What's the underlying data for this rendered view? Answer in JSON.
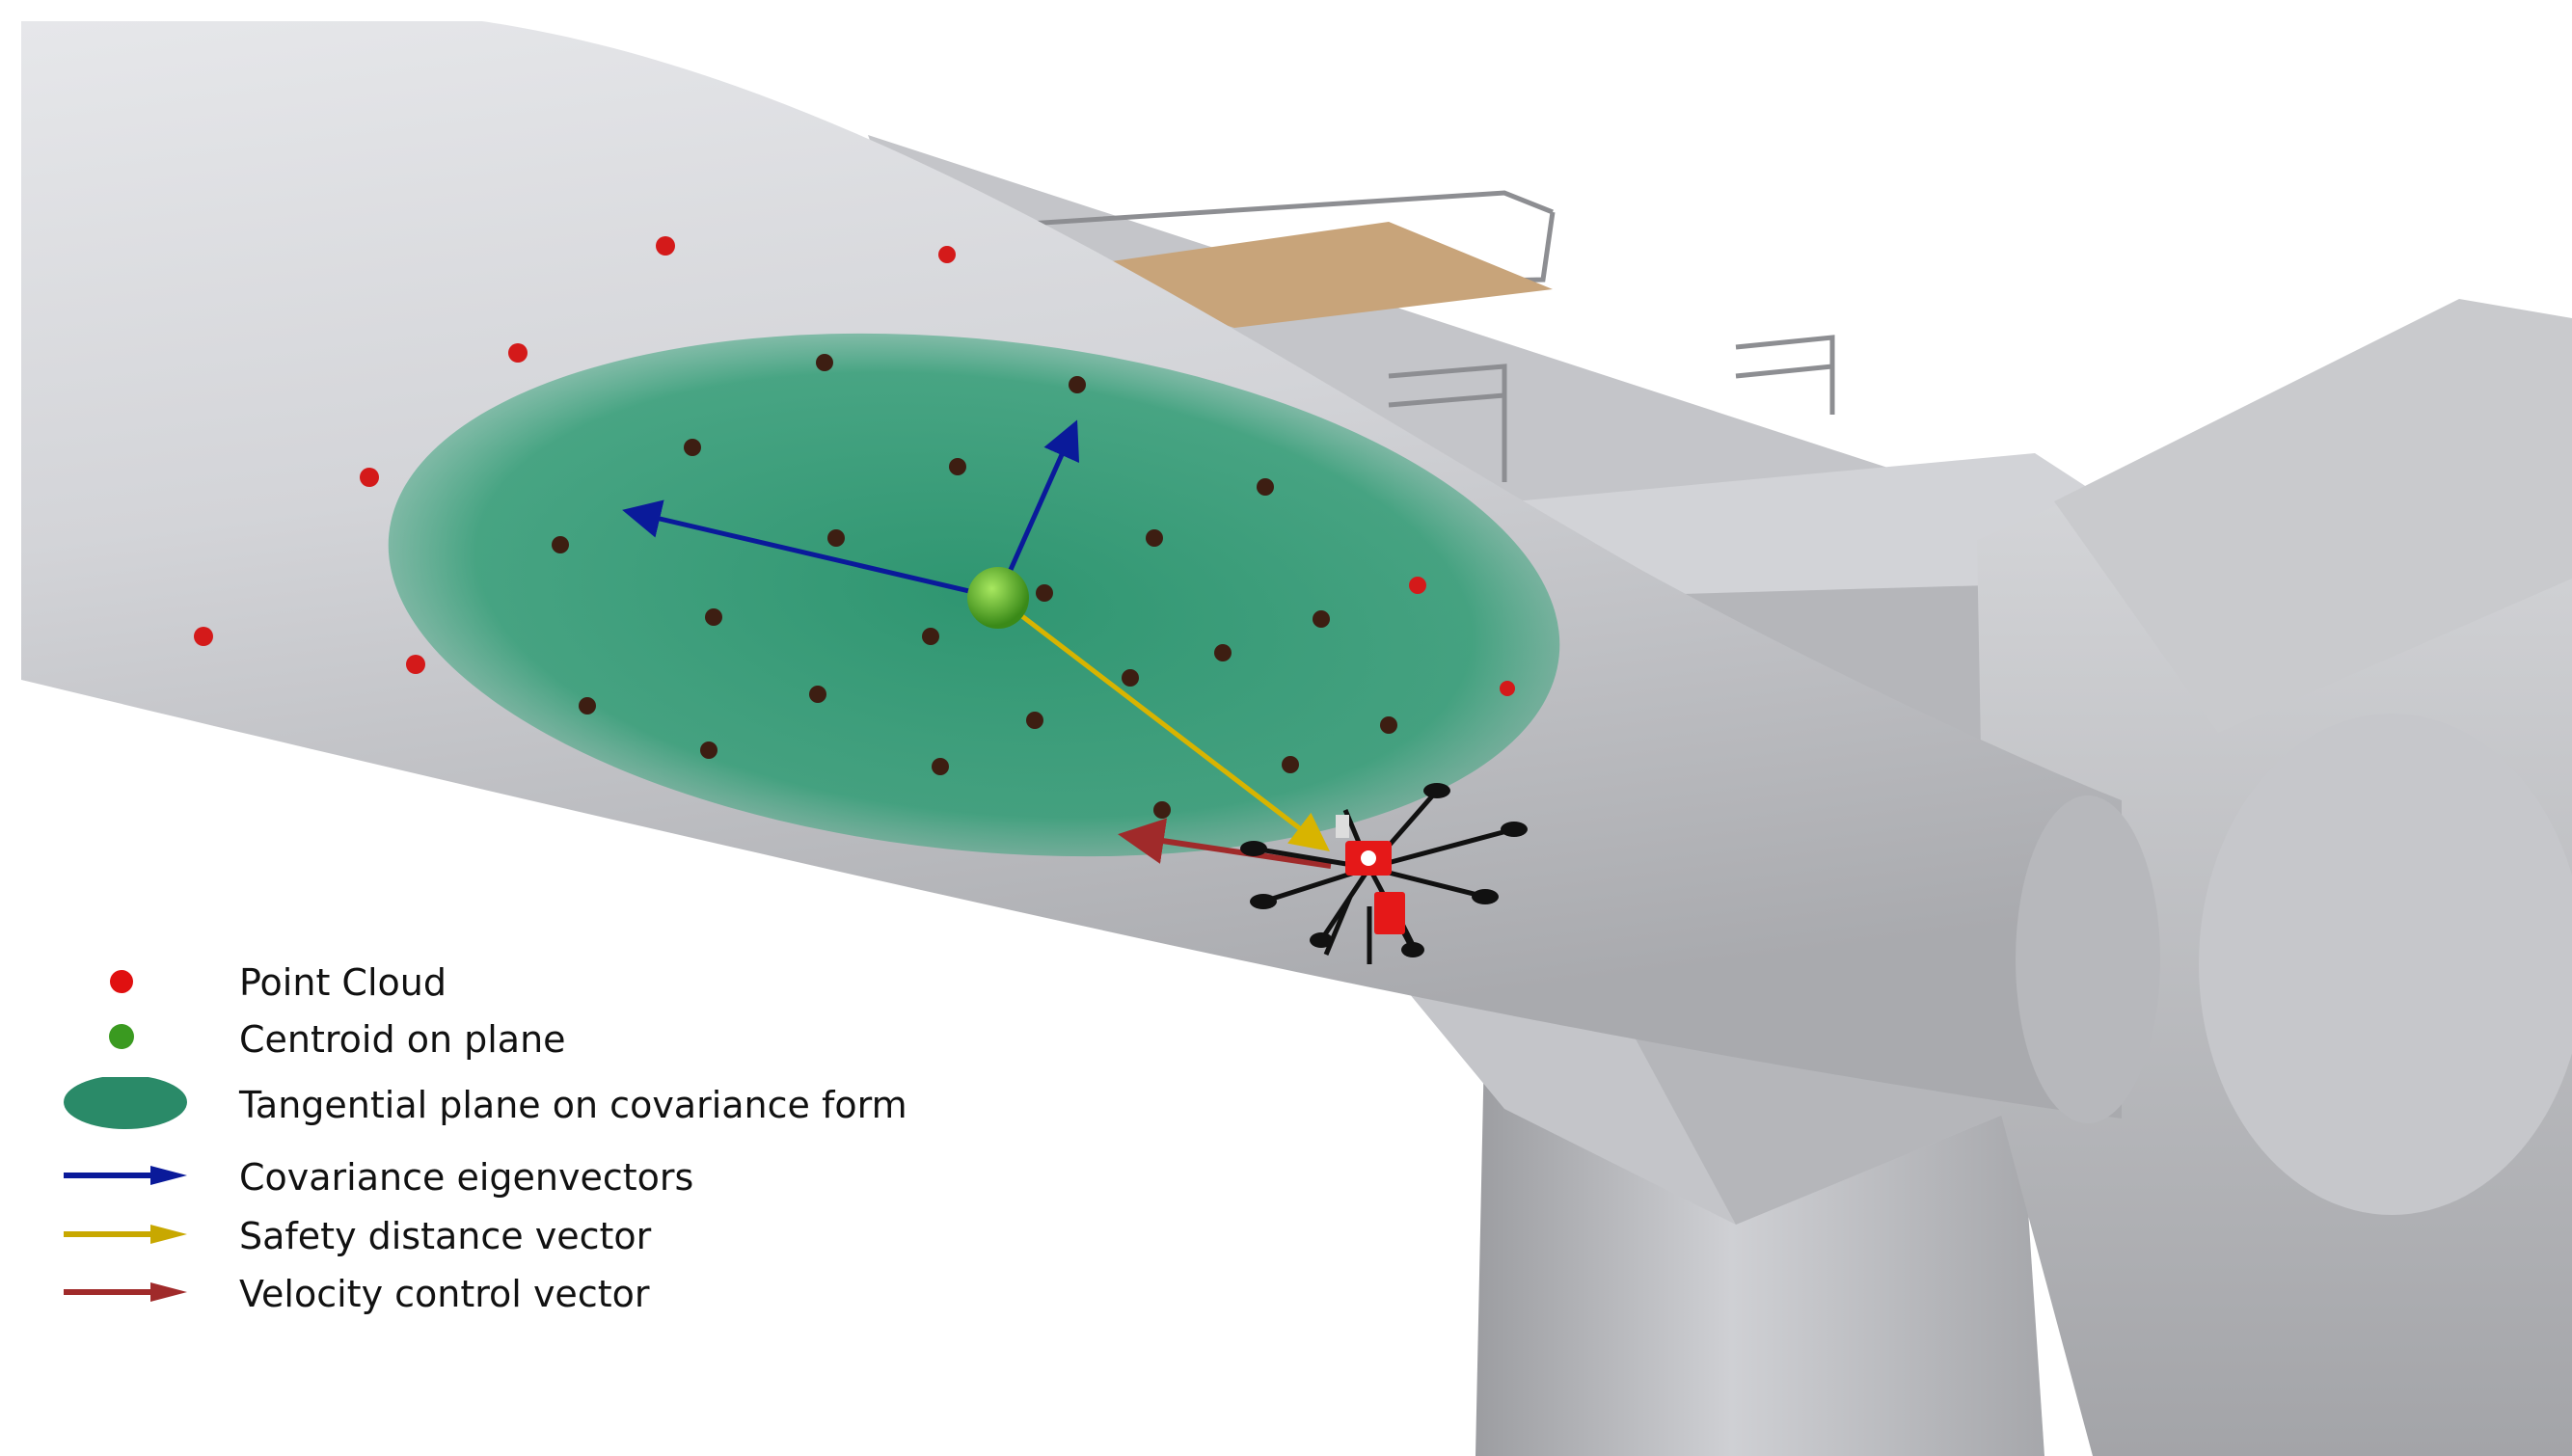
{
  "legend": [
    {
      "key": "point_cloud",
      "label": "Point Cloud",
      "symbol": "red-dot-icon",
      "color": "#e01010"
    },
    {
      "key": "centroid",
      "label": "Centroid on plane",
      "symbol": "green-dot-icon",
      "color": "#3a9a20"
    },
    {
      "key": "plane",
      "label": "Tangential plane on covariance form",
      "symbol": "green-ellipse-icon",
      "color": "#2a8a68"
    },
    {
      "key": "eigen",
      "label": "Covariance eigenvectors",
      "symbol": "blue-arrow-icon",
      "color": "#0a1a9a"
    },
    {
      "key": "safety",
      "label": "Safety distance vector",
      "symbol": "yellow-arrow-icon",
      "color": "#c8a800"
    },
    {
      "key": "velocity",
      "label": "Velocity control vector",
      "symbol": "red-arrow-icon",
      "color": "#a02a2a"
    }
  ]
}
